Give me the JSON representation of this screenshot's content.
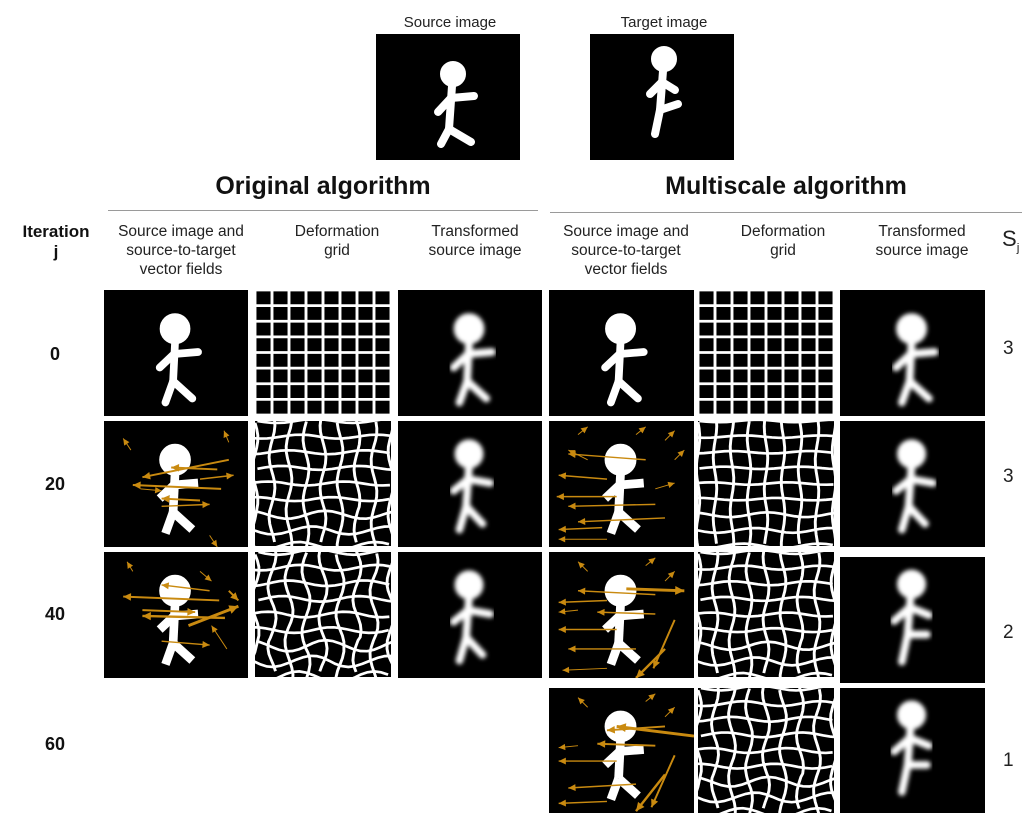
{
  "top": {
    "source_label": "Source image",
    "target_label": "Target image"
  },
  "sections": {
    "original": "Original algorithm",
    "multiscale": "Multiscale algorithm"
  },
  "columns": {
    "iteration_line1": "Iteration",
    "iteration_line2": "j",
    "vectors_l1": "Source image and",
    "vectors_l2": "source-to-target",
    "vectors_l3": "vector fields",
    "grid_l1": "Deformation",
    "grid_l2": "grid",
    "transformed_l1": "Transformed",
    "transformed_l2": "source image",
    "s_label": "S",
    "s_sub": "j"
  },
  "rows": [
    {
      "iteration": "0",
      "s": "3"
    },
    {
      "iteration": "20",
      "s": "3"
    },
    {
      "iteration": "40",
      "s": "2"
    },
    {
      "iteration": "60",
      "s": "1"
    }
  ],
  "colors": {
    "arrow": "#c98a10",
    "figure": "#ffffff",
    "background": "#000000"
  }
}
